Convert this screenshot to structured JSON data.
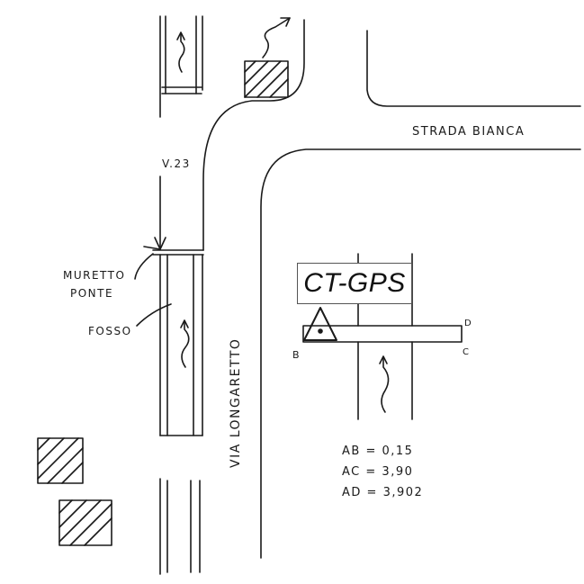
{
  "labels": {
    "strada_bianca": "STRADA BIANCA",
    "via_longaretto": "VIA LONGARETTO",
    "v23": "V.23",
    "muretto": "MURETTO",
    "ponte": "PONTE",
    "fosso": "FOSSO",
    "gps": "CT-GPS",
    "point_b": "B",
    "point_c": "C",
    "point_d": "D"
  },
  "measurements": [
    {
      "pair": "AB",
      "value": "0,15"
    },
    {
      "pair": "AC",
      "value": "3,90"
    },
    {
      "pair": "AD",
      "value": "3,902"
    }
  ],
  "colors": {
    "ink": "#1a1a1a",
    "paper": "#ffffff",
    "box_border": "#555555"
  },
  "icons": {
    "gps_marker": "triangle-with-dot",
    "flow_arrows": "wavy-arrow",
    "buildings": "hatched-square"
  }
}
